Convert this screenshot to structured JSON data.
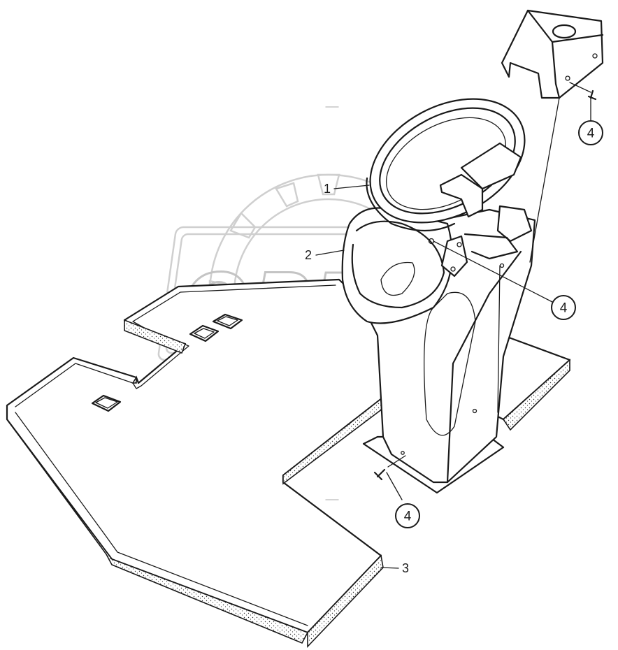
{
  "watermark": {
    "text": "OPEX"
  },
  "part_labels": [
    {
      "id": "part-1",
      "text": "1"
    },
    {
      "id": "part-2",
      "text": "2"
    },
    {
      "id": "part-3",
      "text": "3"
    }
  ],
  "callouts": [
    {
      "id": "callout-top-right",
      "text": "4"
    },
    {
      "id": "callout-middle-right",
      "text": "4"
    },
    {
      "id": "callout-bottom",
      "text": "4"
    }
  ]
}
